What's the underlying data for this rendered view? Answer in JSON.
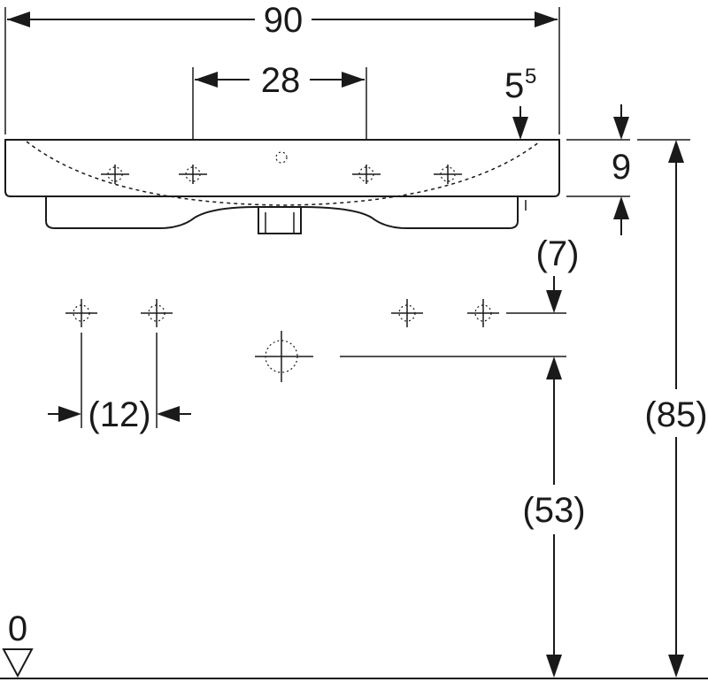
{
  "dimensions": {
    "overall_width": "90",
    "tap_hole_spacing": "28",
    "rim_offset_base": "5",
    "rim_offset_sup": "5",
    "basin_height": "9",
    "hole_offset_below": "(7)",
    "hole_spacing_lateral": "(12)",
    "drain_height": "(53)",
    "total_height": "(85)",
    "floor_level": "0"
  }
}
